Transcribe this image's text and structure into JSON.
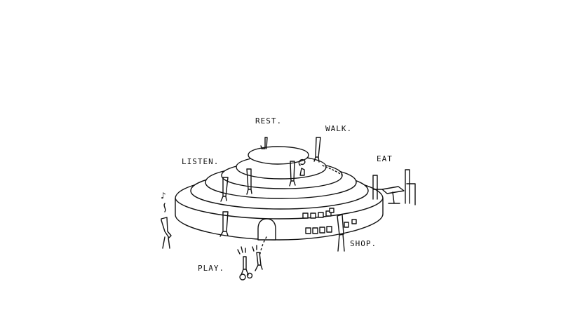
{
  "labels": {
    "rest": "REST.",
    "walk": "WALK.",
    "listen": "LISTEN.",
    "eat": "EAT",
    "shop": "SHOP.",
    "play": "PLAY."
  },
  "colors": {
    "ink": "#111111",
    "paper": "#ffffff"
  }
}
